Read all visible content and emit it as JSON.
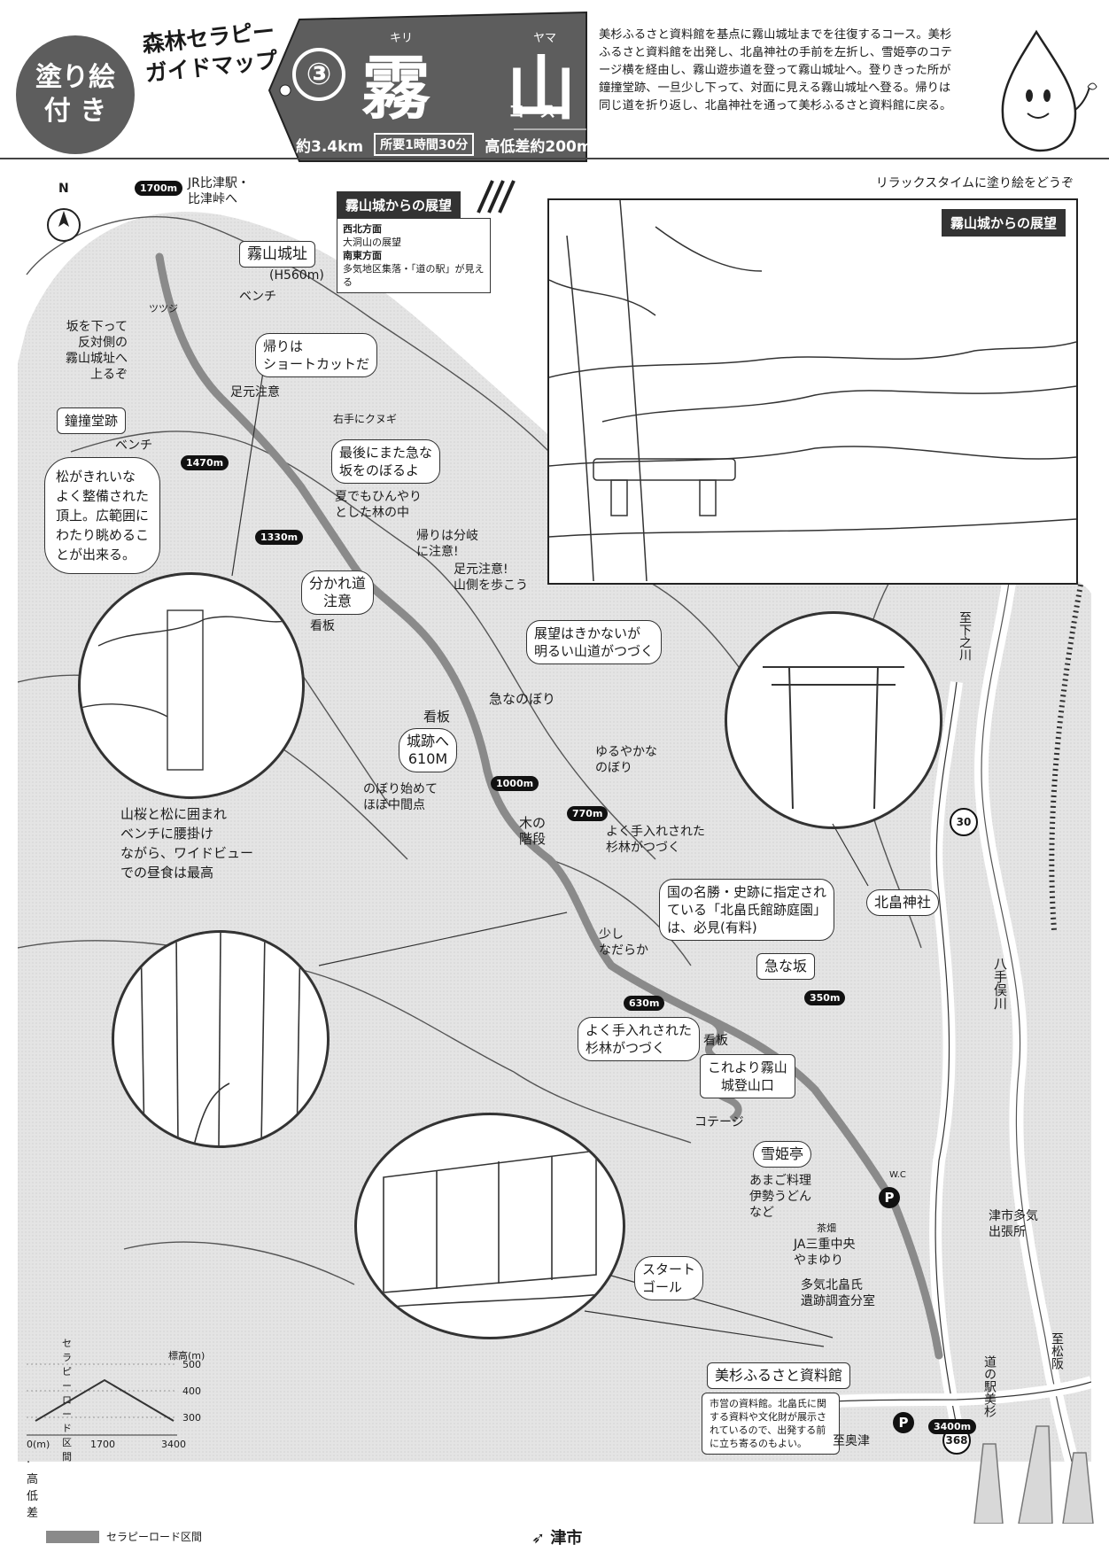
{
  "header": {
    "badge_line1": "塗り絵",
    "badge_line2": "付 き",
    "series_line1": "森林セラピー",
    "series_line2": "ガイドマップ",
    "course_number": "③",
    "course_name": "霧山",
    "ruby_1": "キリ",
    "ruby_2": "ヤマ",
    "course_suffix": "コース",
    "distance": "約3.4km",
    "time": "所要1時間30分",
    "elevation_diff": "高低差約200m"
  },
  "description": "美杉ふるさと資料館を基点に霧山城址までを往復するコース。美杉ふるさと資料館を出発し、北畠神社の手前を左折し、雪姫亭のコテージ横を経由し、霧山遊歩道を登って霧山城址へ。登りきった所が鐘撞堂跡、一旦少し下って、対面に見える霧山城址へ登る。帰りは同じ道を折り返し、北畠神社を通って美杉ふるさと資料館に戻る。",
  "coloring_caption": "リラックスタイムに塗り絵をどうぞ",
  "view": {
    "title": "霧山城からの展望",
    "panel_title": "霧山城からの展望",
    "nw_label": "西北方面",
    "nw_text": "大洞山の展望",
    "se_label": "南東方面",
    "se_text": "多気地区集落・「道の駅」が見える"
  },
  "compass": "N",
  "labels": {
    "jr": "JR比津駅・\n比津峠へ",
    "castle": "霧山城址",
    "castle_alt": "(H560m)",
    "bench1": "ベンチ",
    "tsutsuji": "ツツジ",
    "slope_note": "坂を下って\n反対側の\n霧山城址へ\n上るぞ",
    "shortcut": "帰りは\nショートカットだ",
    "footing1": "足元注意",
    "kunugi": "右手にクヌギ",
    "shoudou": "鐘撞堂跡",
    "bench2": "ベンチ",
    "steep_last": "最後にまた急な\n坂をのぼるよ",
    "cool_forest": "夏でもひんやり\nとした林の中",
    "pine": "松がきれいな\nよく整備された\n頂上。広範囲に\nわたり眺めるこ\nとが出来る。",
    "fork_return": "帰りは分岐\nに注意!",
    "fork": "分かれ道\n注意",
    "sign1": "看板",
    "footing2": "足元注意!\n山側を歩こう",
    "no_view": "展望はきかないが\n明るい山道がつづく",
    "steep_climb": "急なのぼり",
    "sign2": "看板",
    "castle_dist": "城跡へ\n610M",
    "gentle": "ゆるやかな\nのぼり",
    "midpoint": "のぼり始めて\nほぼ中間点",
    "sakura": "山桜と松に囲まれ\nベンチに腰掛け\nながら、ワイドビュー\nでの昼食は最高",
    "cedar1": "よく手入れされた\n杉林がつづく",
    "stairs": "木の\n階段",
    "garden": "国の名勝・史跡に指定され\nている「北畠氏館跡庭園」\nは、必見(有料)",
    "shrine": "北畠神社",
    "gradual": "少し\nなだらか",
    "steep_slope": "急な坂",
    "cedar2": "よく手入れされた\n杉林がつづく",
    "sign3": "看板",
    "trailhead": "これより霧山\n城登山口",
    "cottage": "コテージ",
    "yukihime": "雪姫亭",
    "yukihime_menu": "あまご料理\n伊勢うどん\nなど",
    "wc": "W.C",
    "teahouse": "茶畑",
    "ja": "JA三重中央\nやまゆり",
    "survey": "多気北畠氏\n遺跡調査分室",
    "start_goal": "スタート\nゴール",
    "museum": "美杉ふるさと資料館",
    "museum_note": "市営の資料館。北畠氏に関する資料や文化財が展示されているので、出発する前に立ち寄るのもよい。",
    "branch_office": "津市多気\n出張所",
    "to_shimonokawa": "至下之川",
    "hatemata": "八手俣川",
    "michinoeki": "道の駅美杉",
    "to_matsusaka": "至松阪",
    "to_okutsu": "至奥津",
    "route30": "30",
    "route368": "368"
  },
  "altitude_pills": [
    "1700m",
    "1470m",
    "1330m",
    "1000m",
    "770m",
    "630m",
    "350m",
    "3400m"
  ],
  "profile": {
    "title": "セラピーロード区間",
    "axis_label": "標高(m)",
    "yticks": [
      "500",
      "400",
      "300"
    ],
    "xticks": [
      "0(m)",
      "1700",
      "3400"
    ],
    "elevation_label": "高低差"
  },
  "footer": {
    "legend_text": "セラピーロード区間",
    "city": "津市"
  },
  "colors": {
    "map_bg": "#e2e2e2",
    "dark": "#5d5d5d",
    "route": "#8a8a8a"
  }
}
